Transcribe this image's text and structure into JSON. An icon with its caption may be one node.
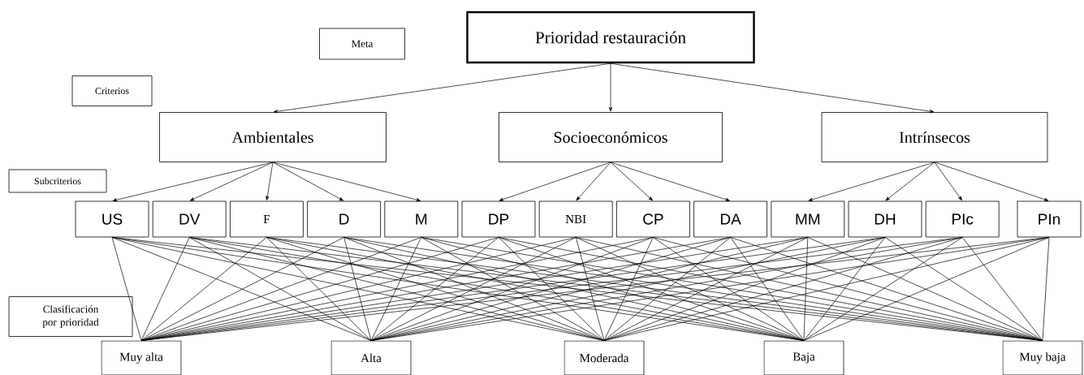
{
  "diagram": {
    "nodes": [
      {
        "text": [
          "Meta"
        ]
      },
      {
        "text": [
          "Criterios"
        ]
      },
      {
        "text": [
          "Subcriterios"
        ]
      },
      {
        "text": [
          "Clasificación por prioridad"
        ]
      },
      {
        "text": [
          "Prioridad restauración"
        ]
      },
      {
        "text": [
          "Ambientales"
        ]
      },
      {
        "text": [
          "Socioeconómicos"
        ]
      },
      {
        "text": [
          "Intrínsecos"
        ]
      },
      {
        "text": [
          "US"
        ]
      },
      {
        "text": [
          "DV"
        ]
      },
      {
        "text": [
          "F"
        ]
      },
      {
        "text": [
          "D"
        ]
      },
      {
        "text": [
          "M"
        ]
      },
      {
        "text": [
          "DP"
        ]
      },
      {
        "text": [
          "NBI"
        ]
      },
      {
        "text": [
          "CP"
        ]
      },
      {
        "text": [
          "DA"
        ]
      },
      {
        "text": [
          "MM"
        ]
      },
      {
        "text": [
          "DH"
        ]
      },
      {
        "text": [
          "PIc"
        ]
      },
      {
        "text": [
          "PIn"
        ]
      },
      {
        "text": [
          "Muy alta"
        ]
      },
      {
        "text": [
          "Alta"
        ]
      },
      {
        "text": [
          "Moderada"
        ]
      },
      {
        "text": [
          "Baja"
        ]
      },
      {
        "text": [
          "Muy baja"
        ]
      }
    ],
    "edges": [
      {
        "from": 4,
        "to": 5,
        "arrow": "to"
      },
      {
        "from": 4,
        "to": 6,
        "arrow": "to"
      },
      {
        "from": 4,
        "to": 7,
        "arrow": "to"
      },
      {
        "from": 5,
        "to": 8,
        "arrow": "to"
      },
      {
        "from": 5,
        "to": 9,
        "arrow": "to"
      },
      {
        "from": 5,
        "to": 10,
        "arrow": "to"
      },
      {
        "from": 5,
        "to": 11,
        "arrow": "to"
      },
      {
        "from": 5,
        "to": 12,
        "arrow": "to"
      },
      {
        "from": 6,
        "to": 13,
        "arrow": "to"
      },
      {
        "from": 6,
        "to": 14,
        "arrow": "to"
      },
      {
        "from": 6,
        "to": 15,
        "arrow": "to"
      },
      {
        "from": 6,
        "to": 16,
        "arrow": "to"
      },
      {
        "from": 7,
        "to": 17,
        "arrow": "to"
      },
      {
        "from": 7,
        "to": 18,
        "arrow": "to"
      },
      {
        "from": 7,
        "to": 19,
        "arrow": "to"
      },
      {
        "from": 7,
        "to": 20,
        "arrow": "to"
      },
      {
        "from": 8,
        "to": 21,
        "arrow": "none"
      },
      {
        "from": 8,
        "to": 22,
        "arrow": "none"
      },
      {
        "from": 8,
        "to": 23,
        "arrow": "none"
      },
      {
        "from": 8,
        "to": 24,
        "arrow": "none"
      },
      {
        "from": 8,
        "to": 25,
        "arrow": "none"
      },
      {
        "from": 9,
        "to": 21,
        "arrow": "none"
      },
      {
        "from": 9,
        "to": 22,
        "arrow": "none"
      },
      {
        "from": 9,
        "to": 23,
        "arrow": "none"
      },
      {
        "from": 9,
        "to": 24,
        "arrow": "none"
      },
      {
        "from": 9,
        "to": 25,
        "arrow": "none"
      },
      {
        "from": 10,
        "to": 21,
        "arrow": "none"
      },
      {
        "from": 10,
        "to": 22,
        "arrow": "none"
      },
      {
        "from": 10,
        "to": 23,
        "arrow": "none"
      },
      {
        "from": 10,
        "to": 24,
        "arrow": "none"
      },
      {
        "from": 10,
        "to": 25,
        "arrow": "none"
      },
      {
        "from": 11,
        "to": 21,
        "arrow": "none"
      },
      {
        "from": 11,
        "to": 22,
        "arrow": "none"
      },
      {
        "from": 11,
        "to": 23,
        "arrow": "none"
      },
      {
        "from": 11,
        "to": 24,
        "arrow": "none"
      },
      {
        "from": 11,
        "to": 25,
        "arrow": "none"
      },
      {
        "from": 12,
        "to": 21,
        "arrow": "none"
      },
      {
        "from": 12,
        "to": 22,
        "arrow": "none"
      },
      {
        "from": 12,
        "to": 23,
        "arrow": "none"
      },
      {
        "from": 12,
        "to": 24,
        "arrow": "none"
      },
      {
        "from": 12,
        "to": 25,
        "arrow": "none"
      },
      {
        "from": 13,
        "to": 21,
        "arrow": "none"
      },
      {
        "from": 13,
        "to": 22,
        "arrow": "none"
      },
      {
        "from": 13,
        "to": 23,
        "arrow": "none"
      },
      {
        "from": 13,
        "to": 24,
        "arrow": "none"
      },
      {
        "from": 13,
        "to": 25,
        "arrow": "none"
      },
      {
        "from": 14,
        "to": 21,
        "arrow": "none"
      },
      {
        "from": 14,
        "to": 22,
        "arrow": "none"
      },
      {
        "from": 14,
        "to": 23,
        "arrow": "none"
      },
      {
        "from": 14,
        "to": 24,
        "arrow": "none"
      },
      {
        "from": 14,
        "to": 25,
        "arrow": "none"
      },
      {
        "from": 15,
        "to": 21,
        "arrow": "none"
      },
      {
        "from": 15,
        "to": 22,
        "arrow": "none"
      },
      {
        "from": 15,
        "to": 23,
        "arrow": "none"
      },
      {
        "from": 15,
        "to": 24,
        "arrow": "none"
      },
      {
        "from": 15,
        "to": 25,
        "arrow": "none"
      },
      {
        "from": 16,
        "to": 21,
        "arrow": "none"
      },
      {
        "from": 16,
        "to": 22,
        "arrow": "none"
      },
      {
        "from": 16,
        "to": 23,
        "arrow": "none"
      },
      {
        "from": 16,
        "to": 24,
        "arrow": "none"
      },
      {
        "from": 16,
        "to": 25,
        "arrow": "none"
      },
      {
        "from": 17,
        "to": 21,
        "arrow": "none"
      },
      {
        "from": 17,
        "to": 22,
        "arrow": "none"
      },
      {
        "from": 17,
        "to": 23,
        "arrow": "none"
      },
      {
        "from": 17,
        "to": 24,
        "arrow": "none"
      },
      {
        "from": 17,
        "to": 25,
        "arrow": "none"
      },
      {
        "from": 18,
        "to": 21,
        "arrow": "none"
      },
      {
        "from": 18,
        "to": 22,
        "arrow": "none"
      },
      {
        "from": 18,
        "to": 23,
        "arrow": "none"
      },
      {
        "from": 18,
        "to": 24,
        "arrow": "none"
      },
      {
        "from": 18,
        "to": 25,
        "arrow": "none"
      },
      {
        "from": 19,
        "to": 21,
        "arrow": "none"
      },
      {
        "from": 19,
        "to": 22,
        "arrow": "none"
      },
      {
        "from": 19,
        "to": 23,
        "arrow": "none"
      },
      {
        "from": 19,
        "to": 24,
        "arrow": "none"
      },
      {
        "from": 19,
        "to": 25,
        "arrow": "none"
      },
      {
        "from": 20,
        "to": 21,
        "arrow": "none"
      },
      {
        "from": 20,
        "to": 22,
        "arrow": "none"
      },
      {
        "from": 20,
        "to": 23,
        "arrow": "none"
      },
      {
        "from": 20,
        "to": 24,
        "arrow": "none"
      },
      {
        "from": 20,
        "to": 25,
        "arrow": "none"
      }
    ]
  }
}
